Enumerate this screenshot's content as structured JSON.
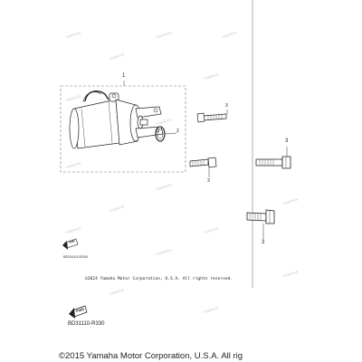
{
  "diagram": {
    "callouts": {
      "starter_assembly": "1",
      "o_ring": "2",
      "bolt_upper": "3",
      "bolt_lower": "3",
      "bolt_right_top": "3",
      "bolt_right_bottom": "3"
    },
    "inner_copyright": "©2024 Yamaha Motor Corporation, U.S.A. All rights reserved.",
    "inner_part_code": "BD31110-R330",
    "outer_part_code": "BD31110-R330",
    "outer_copyright": "©2015 Yamaha Motor Corporation, U.S.A. All rig",
    "watermark_text": "YAMAHA",
    "fwd_badge": "FWD"
  }
}
